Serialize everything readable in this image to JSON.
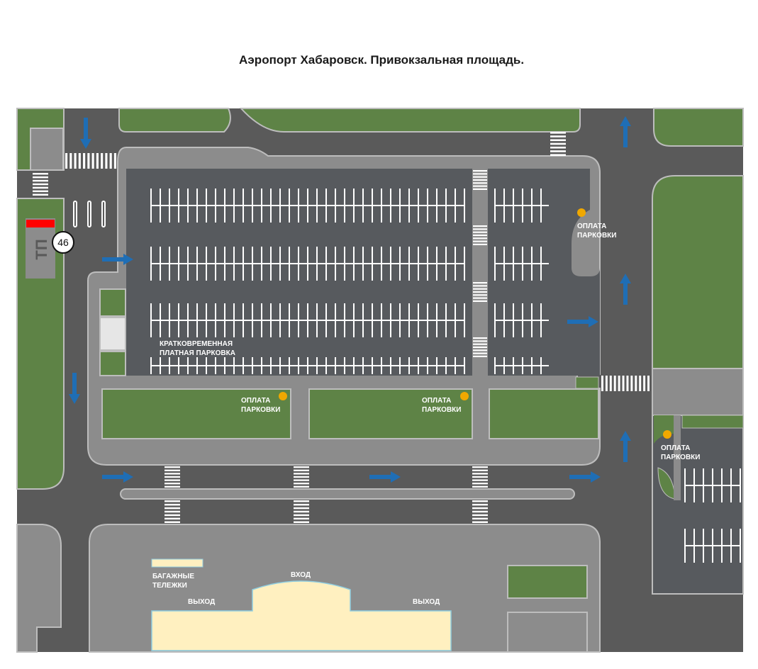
{
  "title": "Аэропорт Хабаровск. Привокзальная площадь.",
  "colors": {
    "road": "#5a5a5a",
    "sidewalk": "#8c8c8c",
    "grass": "#5e8346",
    "outline": "#bdbdbd",
    "lot": "#575a5e",
    "building": "#fff0c0",
    "arrow": "#1f6eb5",
    "pay_dot": "#f0a800",
    "signal": "#ff0000"
  },
  "labels": {
    "short_term_line1": "КРАТКОВРЕМЕННАЯ",
    "short_term_line2": "ПЛАТНАЯ ПАРКОВКА",
    "pay_line1": "ОПЛАТА",
    "pay_line2": "ПАРКОВКИ",
    "entrance": "ВХОД",
    "exit": "ВЫХОД",
    "carts_line1": "БАГАЖНЫЕ",
    "carts_line2": "ТЕЛЕЖКИ",
    "substation": "ТП",
    "badge": "46"
  },
  "icons": {
    "arrow": "traffic-arrow-icon",
    "pay": "payment-point-icon",
    "crosswalk": "crosswalk-icon"
  }
}
